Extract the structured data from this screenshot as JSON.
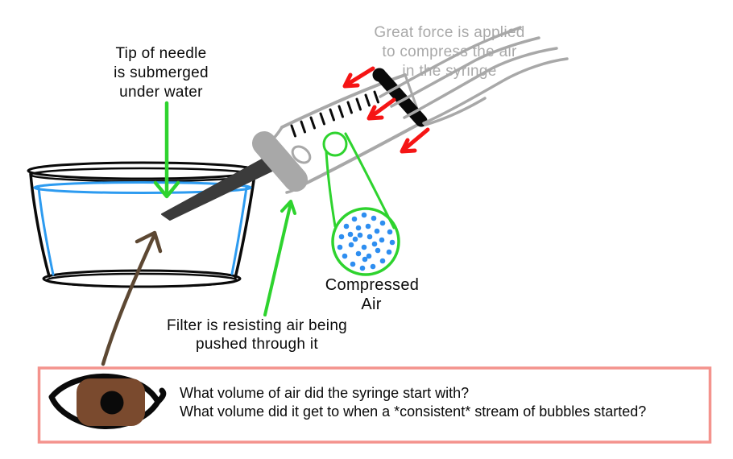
{
  "annotations": {
    "needle_tip_label": {
      "lines": [
        "Tip of needle",
        "is submerged",
        "under water"
      ]
    },
    "great_force_label": {
      "lines": [
        "Great force is applied",
        "to compress the air",
        "in the syringe"
      ]
    },
    "compressed_air_label": {
      "lines": [
        "Compressed",
        "Air"
      ]
    },
    "filter_label": {
      "lines": [
        "Filter is resisting air being",
        "pushed through it"
      ]
    }
  },
  "question_box": {
    "line1": "What volume of air did the syringe start with?",
    "line2": "What volume did it get to when a *consistent* stream of bubbles started?"
  },
  "colors": {
    "annotation_green": "#2ed32e",
    "force_arrow_red": "#f51515",
    "syringe_gray": "#a8a8a8",
    "label_gray": "#a9a9a9",
    "water_blue": "#2d9bf0",
    "air_dot_blue": "#2e8ef0",
    "needle_dark": "#3b3b3b",
    "eye_iris_brown": "#7a4a2e",
    "observer_arrow_brown": "#5d4833",
    "question_box_border_pink": "#f4938d",
    "ink_black": "#0a0a0a"
  }
}
